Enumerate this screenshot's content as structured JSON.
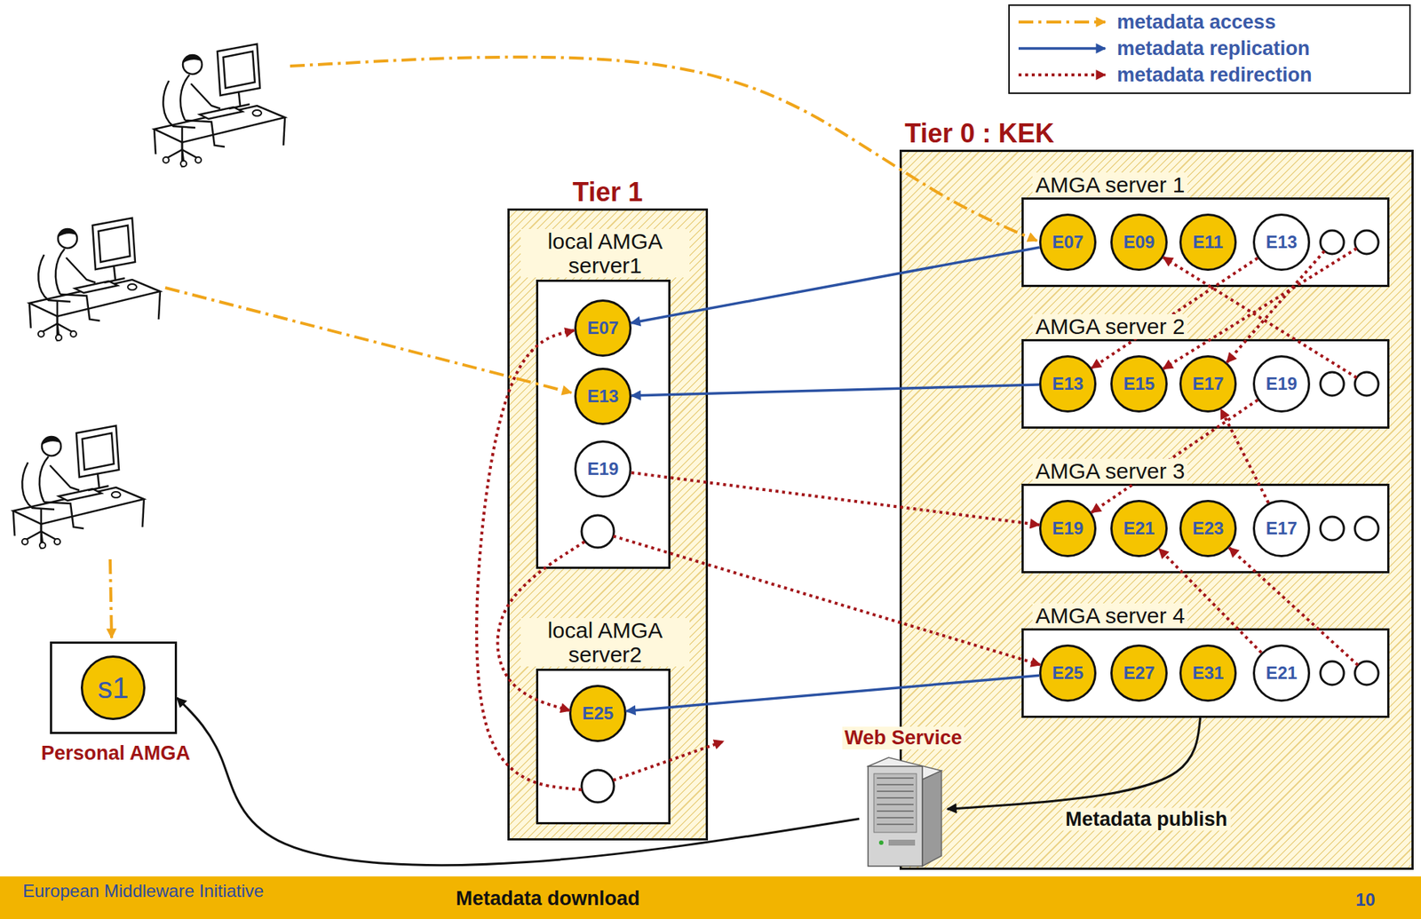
{
  "diagram": {
    "nodes": [
      {
        "text": [
          "Tier 0 : KEK"
        ]
      },
      {
        "text": [
          "AMGA server 1"
        ],
        "in": 0
      },
      {
        "text": [
          "E07"
        ],
        "in": 1
      },
      {
        "text": [
          "E09"
        ],
        "in": 1
      },
      {
        "text": [
          "E11"
        ],
        "in": 1
      },
      {
        "text": [
          "E13"
        ],
        "in": 1
      },
      {
        "text": [
          "AMGA server 2"
        ],
        "in": 0
      },
      {
        "text": [
          "E13"
        ],
        "in": 6
      },
      {
        "text": [
          "E15"
        ],
        "in": 6
      },
      {
        "text": [
          "E17"
        ],
        "in": 6
      },
      {
        "text": [
          "E19"
        ],
        "in": 6
      },
      {
        "text": [
          "AMGA server 3"
        ],
        "in": 0
      },
      {
        "text": [
          "E19"
        ],
        "in": 11
      },
      {
        "text": [
          "E21"
        ],
        "in": 11
      },
      {
        "text": [
          "E23"
        ],
        "in": 11
      },
      {
        "text": [
          "E17"
        ],
        "in": 11
      },
      {
        "text": [
          "AMGA server 4"
        ],
        "in": 0
      },
      {
        "text": [
          "E25"
        ],
        "in": 16
      },
      {
        "text": [
          "E27"
        ],
        "in": 16
      },
      {
        "text": [
          "E31"
        ],
        "in": 16
      },
      {
        "text": [
          "E21"
        ],
        "in": 16
      },
      {
        "text": [
          "Tier 1"
        ]
      },
      {
        "text": [
          "local AMGA server1"
        ],
        "in": 21
      },
      {
        "text": [
          "E07"
        ],
        "in": 22
      },
      {
        "text": [
          "E13"
        ],
        "in": 22
      },
      {
        "text": [
          "E19"
        ],
        "in": 22
      },
      {
        "text": [
          "local AMGA server2"
        ],
        "in": 21
      },
      {
        "text": [
          "E25"
        ],
        "in": 26
      },
      {
        "text": [
          "Personal AMGA"
        ]
      },
      {
        "text": [
          "s1"
        ],
        "in": 28
      },
      {
        "text": [
          "Web Service"
        ]
      }
    ],
    "edges": [
      {
        "from": 2,
        "to": 23,
        "arrow": "to"
      },
      {
        "from": 7,
        "to": 24,
        "arrow": "to"
      },
      {
        "from": 17,
        "to": 27,
        "arrow": "to"
      },
      {
        "from": 25,
        "to": 12,
        "arrow": "to"
      },
      {
        "from": 5,
        "to": 7,
        "arrow": "to"
      },
      {
        "from": 10,
        "to": 12,
        "arrow": "to"
      },
      {
        "from": 15,
        "to": 9,
        "arrow": "to"
      },
      {
        "from": 20,
        "to": 13,
        "arrow": "to"
      },
      {
        "from": 16,
        "to": 30,
        "label": "Metadata publish",
        "arrow": "to"
      },
      {
        "from": 30,
        "to": 28,
        "label": "Metadata download",
        "arrow": "to"
      }
    ],
    "labels": [
      "European Middleware Initiative",
      "10"
    ],
    "legend": [
      {
        "text": "metadata access"
      },
      {
        "text": "metadata replication"
      },
      {
        "text": "metadata redirection"
      }
    ]
  }
}
